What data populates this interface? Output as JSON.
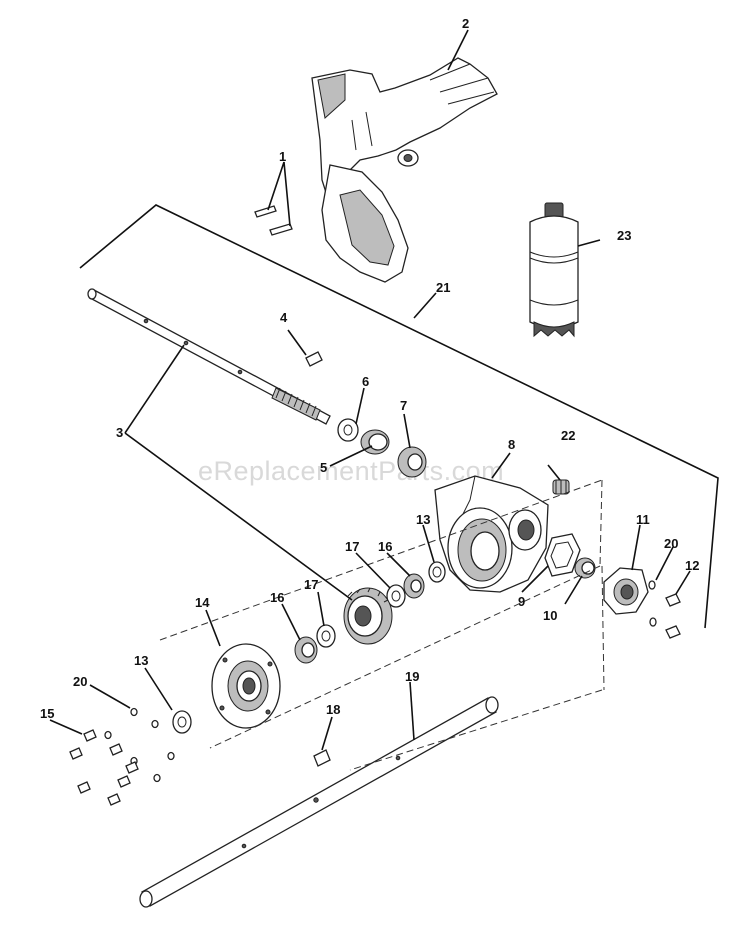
{
  "watermark": "eReplacementParts.com",
  "callouts": [
    {
      "key": "c1",
      "label": "1"
    },
    {
      "key": "c2",
      "label": "2"
    },
    {
      "key": "c3",
      "label": "3"
    },
    {
      "key": "c4",
      "label": "4"
    },
    {
      "key": "c5",
      "label": "5"
    },
    {
      "key": "c6",
      "label": "6"
    },
    {
      "key": "c7",
      "label": "7"
    },
    {
      "key": "c8",
      "label": "8"
    },
    {
      "key": "c9",
      "label": "9"
    },
    {
      "key": "c10",
      "label": "10"
    },
    {
      "key": "c11",
      "label": "11"
    },
    {
      "key": "c12",
      "label": "12"
    },
    {
      "key": "c13a",
      "label": "13"
    },
    {
      "key": "c13b",
      "label": "13"
    },
    {
      "key": "c14",
      "label": "14"
    },
    {
      "key": "c15",
      "label": "15"
    },
    {
      "key": "c16a",
      "label": "16"
    },
    {
      "key": "c16b",
      "label": "16"
    },
    {
      "key": "c17a",
      "label": "17"
    },
    {
      "key": "c17b",
      "label": "17"
    },
    {
      "key": "c18",
      "label": "18"
    },
    {
      "key": "c19",
      "label": "19"
    },
    {
      "key": "c20a",
      "label": "20"
    },
    {
      "key": "c20b",
      "label": "20"
    },
    {
      "key": "c21",
      "label": "21"
    },
    {
      "key": "c22",
      "label": "22"
    },
    {
      "key": "c23",
      "label": "23"
    }
  ]
}
